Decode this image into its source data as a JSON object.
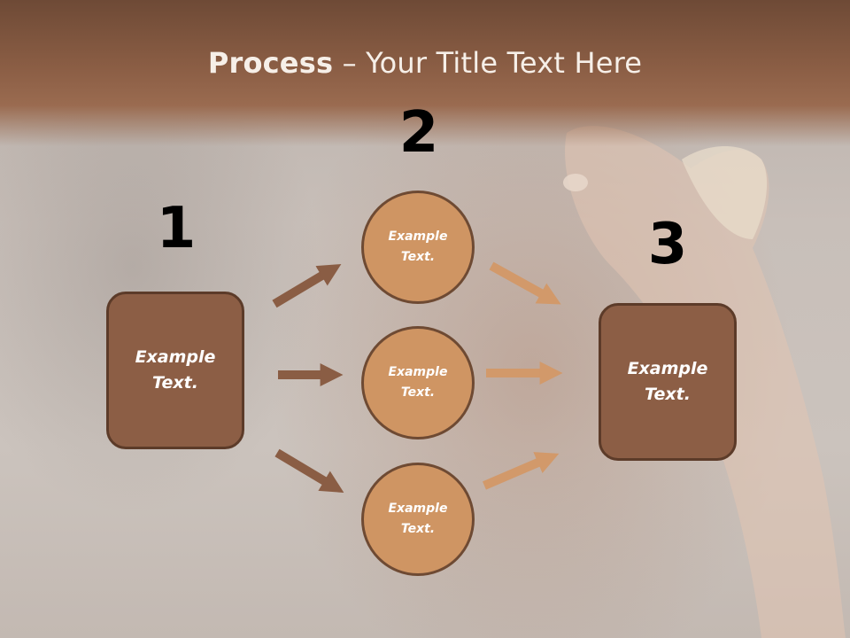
{
  "slide": {
    "title_bold": "Process",
    "title_rest": " – Your Title Text Here",
    "step_numbers": [
      "1",
      "2",
      "3"
    ],
    "left_box_text": "Example\nText.",
    "right_box_text": "Example\nText.",
    "circle_texts": [
      "Example\nText.",
      "Example\nText.",
      "Example\nText."
    ]
  },
  "colors": {
    "title_band": "#8a5d44",
    "box_fill": "#8c5e45",
    "box_border": "#5c3b29",
    "circle_fill": "#cf9563",
    "circle_border": "#6e4a33",
    "arrow_dark": "#8a5d44",
    "arrow_light": "#cf9563"
  }
}
